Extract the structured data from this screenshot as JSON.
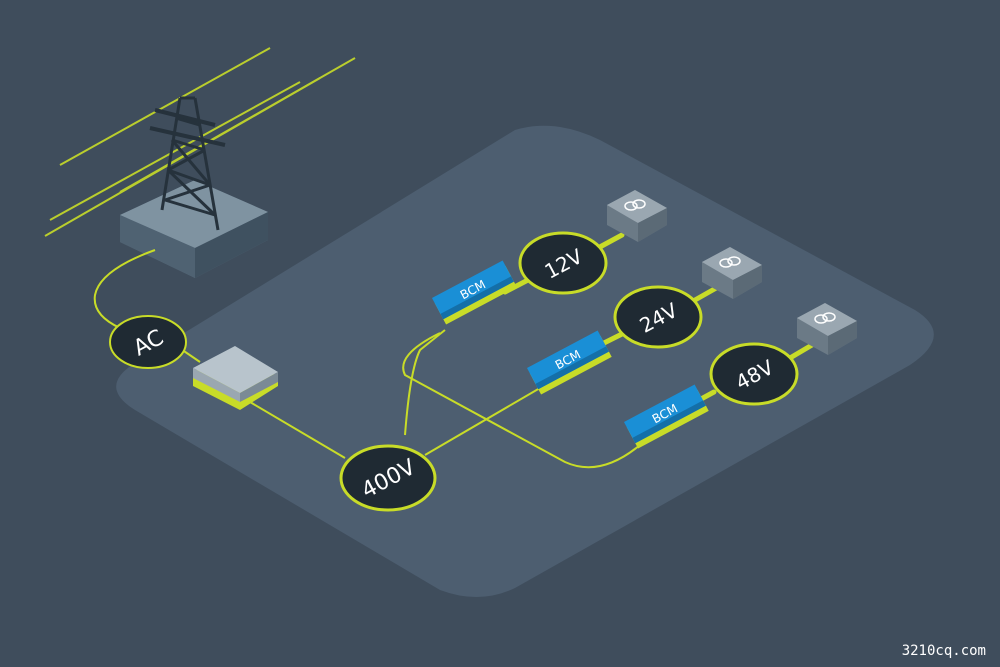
{
  "diagram": {
    "source_node": "AC",
    "bus_node": "400V",
    "branches": [
      {
        "voltage": "12V",
        "module": "BCM"
      },
      {
        "voltage": "24V",
        "module": "BCM"
      },
      {
        "voltage": "48V",
        "module": "BCM"
      }
    ]
  },
  "watermark": "3210cq.com",
  "colors": {
    "background": "#3f4d5c",
    "platform": "#4d5e70",
    "wire": "#c8dc28",
    "node_fill": "#1f2a33",
    "bcm_blue": "#1a8fd6",
    "load_box": "#8a98a4"
  },
  "icons": [
    "power-pylon-icon",
    "transformer-symbol-icon"
  ]
}
